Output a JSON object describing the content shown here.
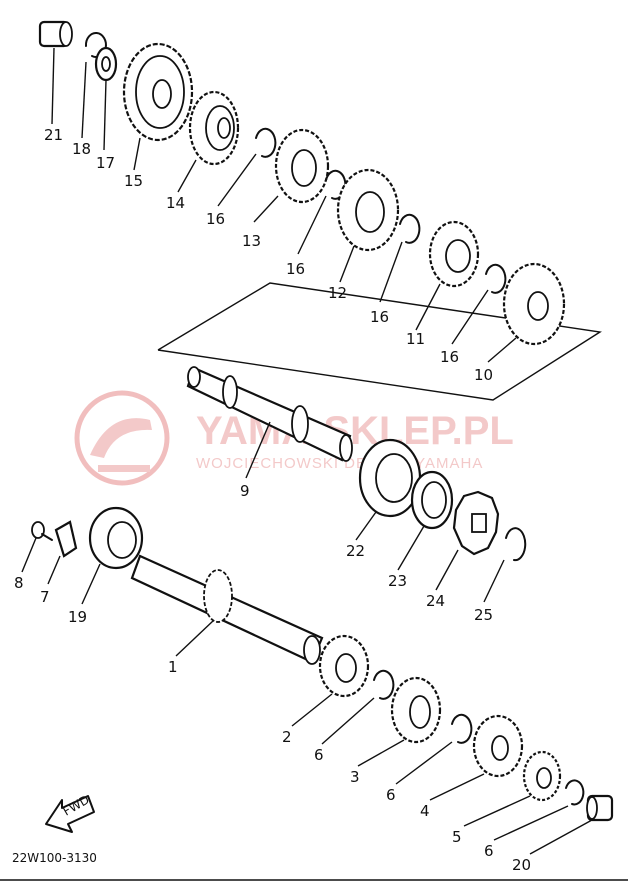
{
  "watermark": {
    "site": "YAMA-SKLEP.PL",
    "dealer": "WOJCIECHOWSKI DEALER YAMAHA",
    "color": "#e8a0a0"
  },
  "diagram": {
    "code": "22W100-3130",
    "fwd_label": "FWD",
    "callouts": [
      "21",
      "18",
      "17",
      "15",
      "14",
      "16",
      "13",
      "16",
      "12",
      "16",
      "11",
      "16",
      "10",
      "9",
      "22",
      "23",
      "24",
      "25",
      "8",
      "7",
      "19",
      "1",
      "2",
      "6",
      "3",
      "6",
      "4",
      "5",
      "6",
      "20"
    ]
  }
}
